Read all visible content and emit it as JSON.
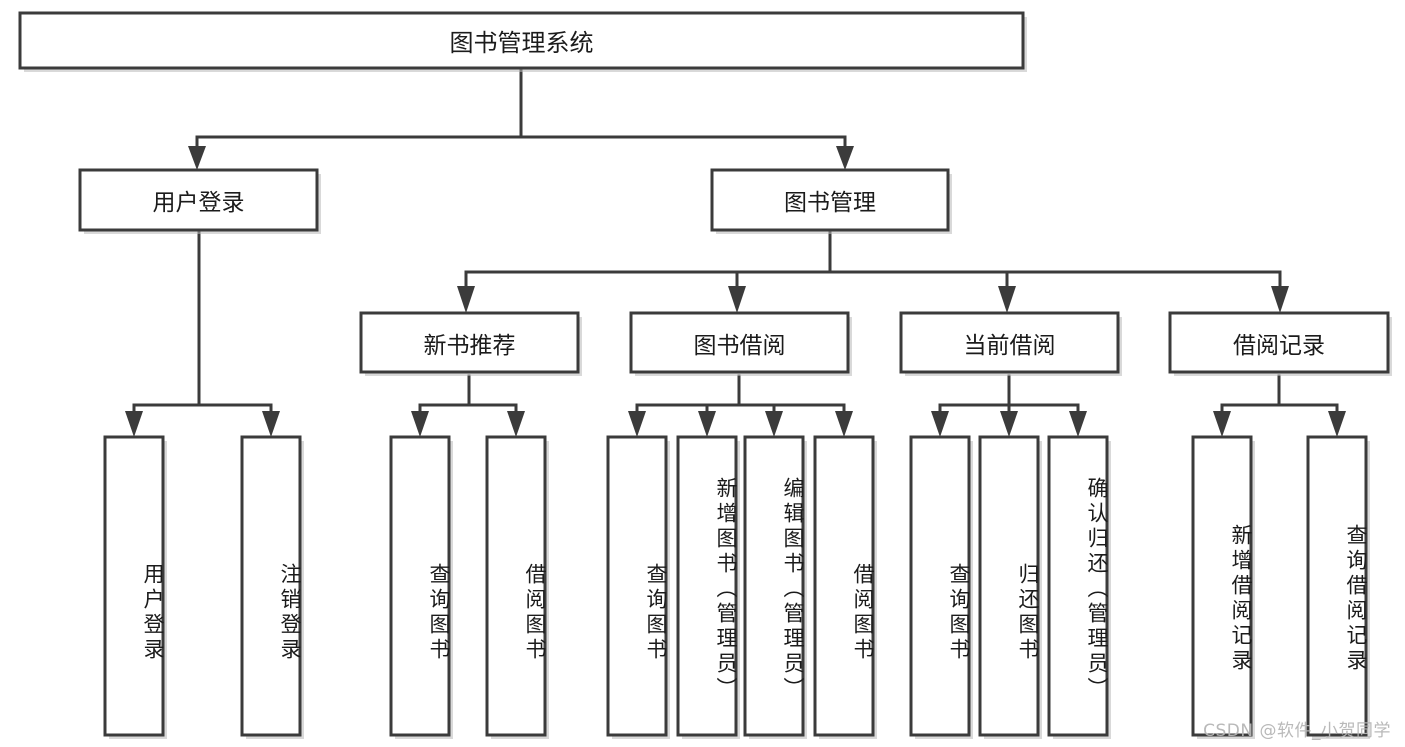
{
  "diagram": {
    "title": "图书管理系统",
    "type": "hierarchy-tree",
    "theme": {
      "background": "#ffffff",
      "box_fill": "#ffffff",
      "box_stroke": "#3b3b3b",
      "connector": "#3b3b3b",
      "text": "#1b1b1b",
      "watermark_color": "#b6b6b6"
    },
    "root": {
      "label": "图书管理系统"
    },
    "level1": [
      {
        "label": "用户登录"
      },
      {
        "label": "图书管理"
      }
    ],
    "level2": [
      {
        "label": "新书推荐"
      },
      {
        "label": "图书借阅"
      },
      {
        "label": "当前借阅"
      },
      {
        "label": "借阅记录"
      }
    ],
    "leaves": {
      "user_login": [
        {
          "label": "用户登录"
        },
        {
          "label": "注销登录"
        }
      ],
      "new_book": [
        {
          "label": "查询图书"
        },
        {
          "label": "借阅图书"
        }
      ],
      "book_borrow": [
        {
          "label": "查询图书"
        },
        {
          "label": "新增图书（管理员）"
        },
        {
          "label": "编辑图书（管理员）"
        },
        {
          "label": "借阅图书"
        }
      ],
      "current_borrow": [
        {
          "label": "查询图书"
        },
        {
          "label": "归还图书"
        },
        {
          "label": "确认归还（管理员）"
        }
      ],
      "borrow_record": [
        {
          "label": "新增借阅记录"
        },
        {
          "label": "查询借阅记录"
        }
      ]
    }
  },
  "watermark": {
    "text": "CSDN @软件_小贺同学"
  }
}
